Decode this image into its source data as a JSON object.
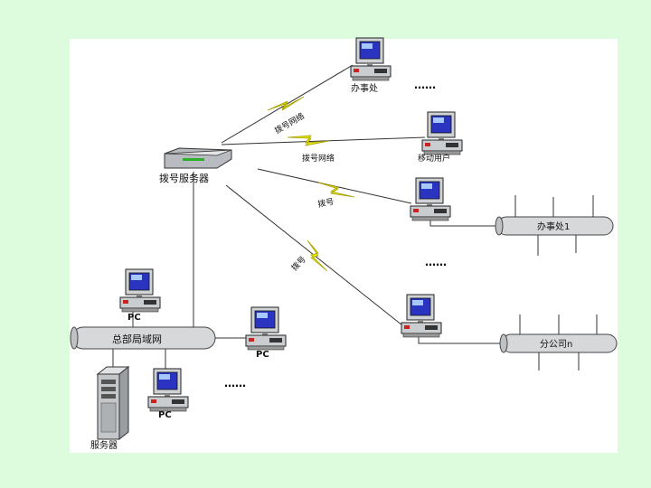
{
  "background_color": "#ddfcdd",
  "panel_color": "#ffffff",
  "link_color": "#e8e800",
  "labels": {
    "office": "办事处",
    "dots_top": "……",
    "dial_network_diag": "拨号网络",
    "dial_network": "拨号网络",
    "mobile_user": "移动用户",
    "dial_server": "拨号服务器",
    "dial_1": "拨号",
    "dial_2": "拨号",
    "office1_lan": "办事处1",
    "dots_mid": "……",
    "branch_lan": "分公司n",
    "hq_lan": "总部局域网",
    "pc_top": "PC",
    "pc_right": "PC",
    "pc_bottom": "PC",
    "dots_bottom": "……",
    "server": "服务器"
  }
}
